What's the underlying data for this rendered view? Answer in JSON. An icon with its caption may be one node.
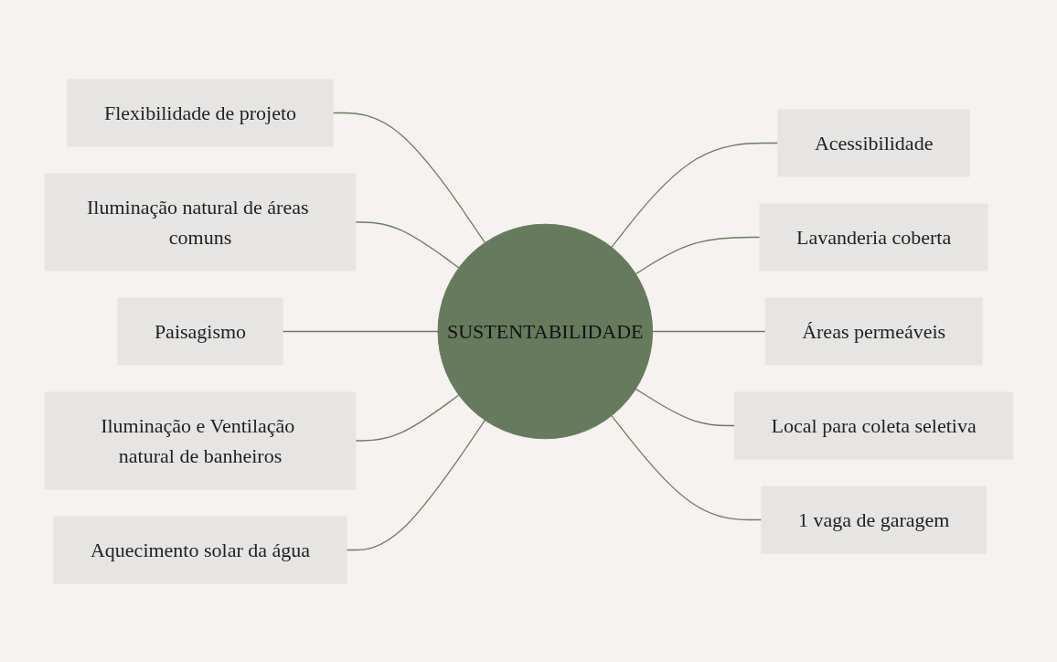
{
  "diagram": {
    "nodes": [
      {
        "text": [
          "Flexibilidade de projeto"
        ]
      },
      {
        "text": [
          "Iluminação natural de áreas comuns"
        ]
      },
      {
        "text": [
          "Acessibilidade"
        ]
      },
      {
        "text": [
          "Paisagismo"
        ]
      },
      {
        "text": [
          "Lavanderia coberta"
        ]
      },
      {
        "text": [
          "SUSTENTABILIDADE"
        ]
      },
      {
        "text": [
          "Iluminação e Ventilação natural de banheiros"
        ]
      },
      {
        "text": [
          "Áreas permeáveis"
        ]
      },
      {
        "text": [
          "Aquecimento solar da água"
        ]
      },
      {
        "text": [
          "Local para coleta seletiva"
        ]
      },
      {
        "text": [
          "1 vaga de garagem"
        ]
      }
    ],
    "edges": [
      {
        "from": 0,
        "to": 5,
        "arrow": "none"
      },
      {
        "from": 1,
        "to": 5,
        "arrow": "none"
      },
      {
        "from": 5,
        "to": 2,
        "arrow": "none"
      },
      {
        "from": 3,
        "to": 5,
        "arrow": "none"
      },
      {
        "from": 5,
        "to": 4,
        "arrow": "none"
      },
      {
        "from": 6,
        "to": 5,
        "arrow": "none"
      },
      {
        "from": 5,
        "to": 7,
        "arrow": "none"
      },
      {
        "from": 8,
        "to": 5,
        "arrow": "none"
      },
      {
        "from": 5,
        "to": 9,
        "arrow": "none"
      },
      {
        "from": 5,
        "to": 10,
        "arrow": "none"
      }
    ]
  }
}
